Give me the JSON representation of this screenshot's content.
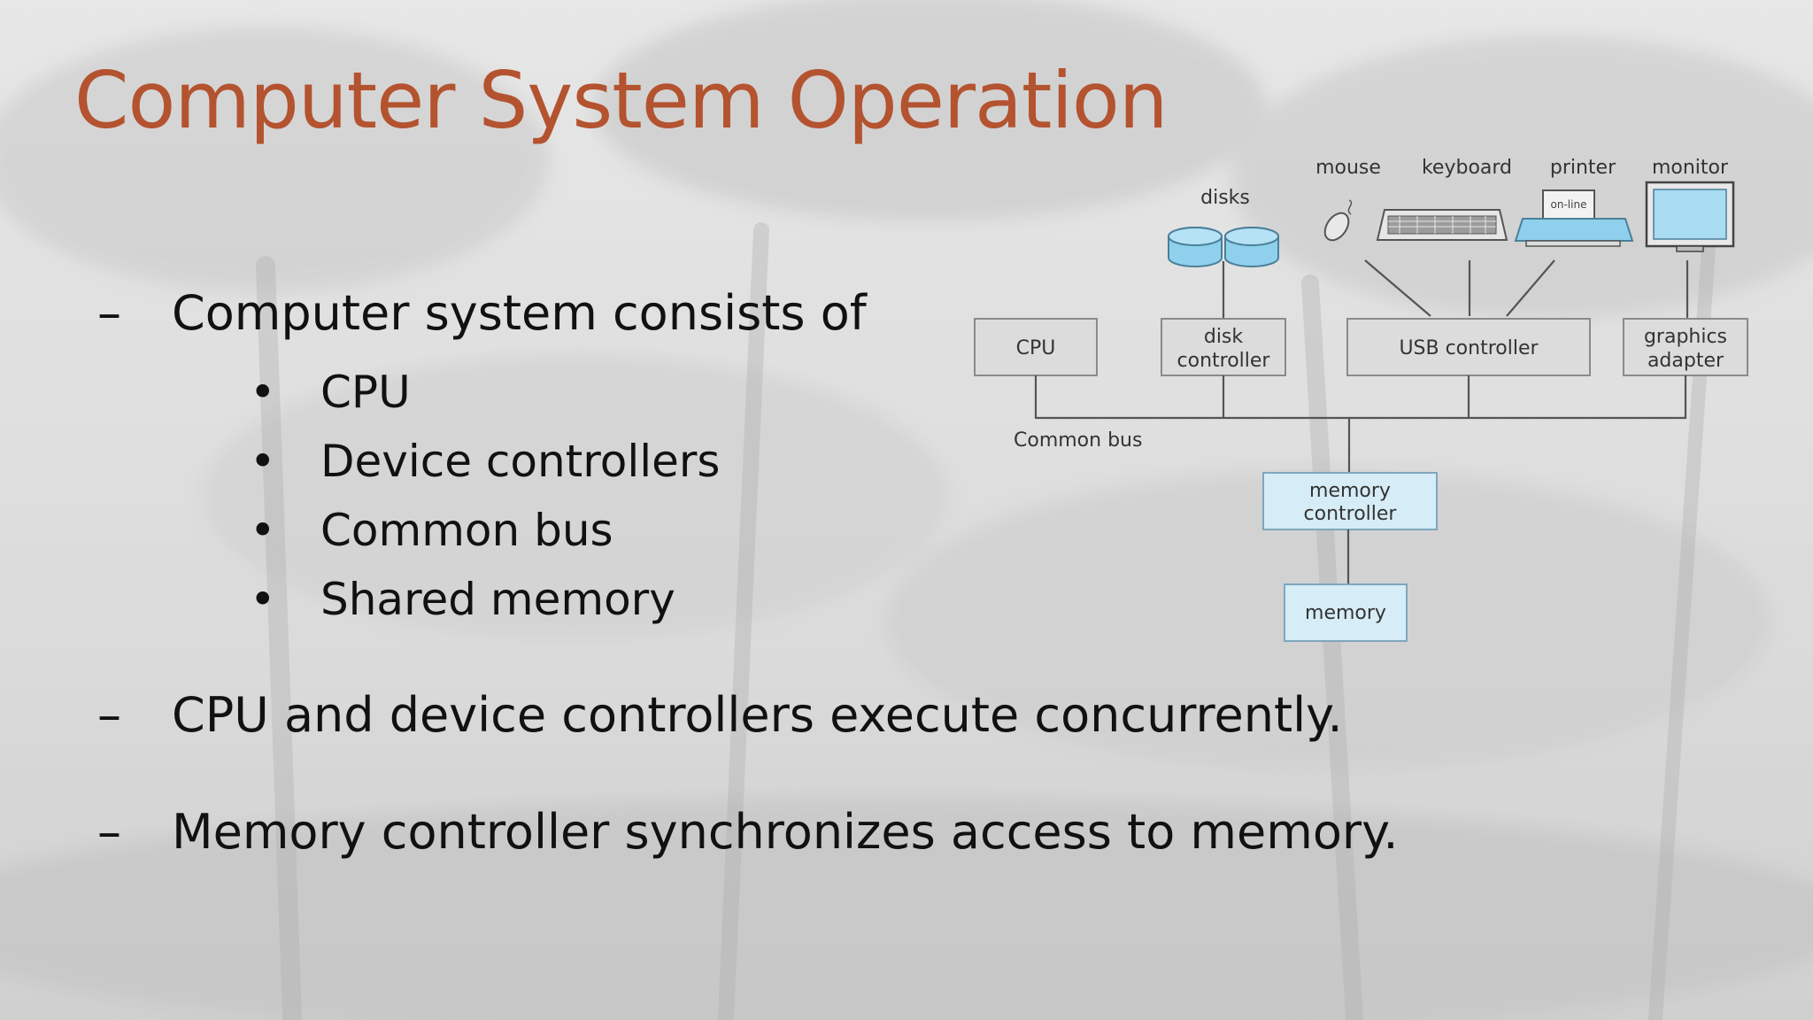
{
  "slide": {
    "title": "Computer System Operation",
    "dash": "–",
    "dot": "•",
    "points": [
      {
        "text": "Computer system consists of",
        "subitems": [
          "CPU",
          "Device controllers",
          "Common bus",
          "Shared memory"
        ]
      },
      {
        "text": "CPU and device controllers execute concurrently."
      },
      {
        "text": "Memory controller synchronizes access to memory."
      }
    ]
  },
  "diagram": {
    "devices": {
      "disks": "disks",
      "mouse": "mouse",
      "keyboard": "keyboard",
      "printer": "printer",
      "printer_panel": "on-line",
      "monitor": "monitor"
    },
    "boxes": {
      "cpu": "CPU",
      "disk_controller": [
        "disk",
        "controller"
      ],
      "usb_controller": "USB controller",
      "graphics_adapter": [
        "graphics",
        "adapter"
      ],
      "memory_controller": [
        "memory",
        "controller"
      ],
      "memory": "memory"
    },
    "bus_label": "Common bus",
    "colors": {
      "box_fill": "#dcdcdc",
      "box_stroke": "#8a8a8a",
      "memory_fill": "#d6ecf6",
      "memory_stroke": "#7fa6bd",
      "device_blue": "#8fd0ec",
      "line": "#555555"
    }
  },
  "colors": {
    "title": "#b4532f",
    "text": "#111111"
  }
}
